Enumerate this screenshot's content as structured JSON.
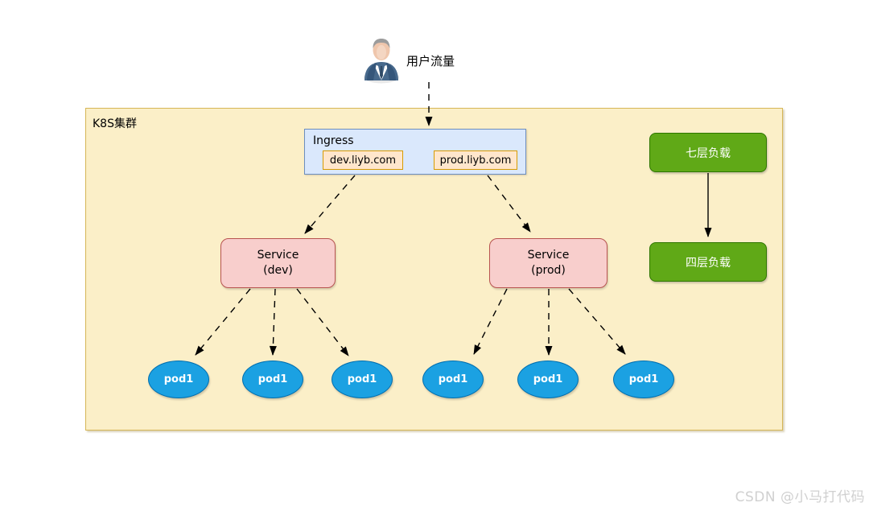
{
  "user_traffic": {
    "icon": "businessman-icon",
    "label": "用户流量"
  },
  "cluster": {
    "label": "K8S集群"
  },
  "ingress": {
    "label": "Ingress",
    "hosts": [
      {
        "label": "dev.liyb.com"
      },
      {
        "label": "prod.liyb.com"
      }
    ]
  },
  "services": [
    {
      "line1": "Service",
      "line2": "(dev)"
    },
    {
      "line1": "Service",
      "line2": "(prod)"
    }
  ],
  "pods": {
    "items": [
      {
        "label": "pod1"
      },
      {
        "label": "pod1"
      },
      {
        "label": "pod1"
      },
      {
        "label": "pod1"
      },
      {
        "label": "pod1"
      },
      {
        "label": "pod1"
      }
    ]
  },
  "load_balancers": [
    {
      "label": "七层负载"
    },
    {
      "label": "四层负载"
    }
  ],
  "edges": [
    {
      "from": "user-traffic",
      "to": "ingress",
      "style": "dashed-arrow"
    },
    {
      "from": "ingress",
      "to": "service-dev",
      "style": "dashed-arrow"
    },
    {
      "from": "ingress",
      "to": "service-prod",
      "style": "dashed-arrow"
    },
    {
      "from": "service-dev",
      "to": "pod1-1",
      "style": "dashed-arrow"
    },
    {
      "from": "service-dev",
      "to": "pod1-2",
      "style": "dashed-arrow"
    },
    {
      "from": "service-dev",
      "to": "pod1-3",
      "style": "dashed-arrow"
    },
    {
      "from": "service-prod",
      "to": "pod1-4",
      "style": "dashed-arrow"
    },
    {
      "from": "service-prod",
      "to": "pod1-5",
      "style": "dashed-arrow"
    },
    {
      "from": "service-prod",
      "to": "pod1-6",
      "style": "dashed-arrow"
    },
    {
      "from": "layer7-load",
      "to": "layer4-load",
      "style": "solid-arrow"
    }
  ],
  "colors": {
    "cluster_fill": "#FBEFC8",
    "cluster_border": "#D6B656",
    "ingress_fill": "#DAE8FC",
    "ingress_border": "#6C8EBF",
    "host_fill": "#FFE6CC",
    "host_border": "#D79B00",
    "service_fill": "#F8CECC",
    "service_border": "#B85450",
    "pod_fill": "#1BA1E2",
    "pod_border": "#006EAF",
    "lb_fill": "#60A917",
    "lb_border": "#2D7600",
    "arrow": "#000000",
    "watermark": "#D0D0D0"
  },
  "watermark": {
    "text": "CSDN @小马打代码"
  }
}
